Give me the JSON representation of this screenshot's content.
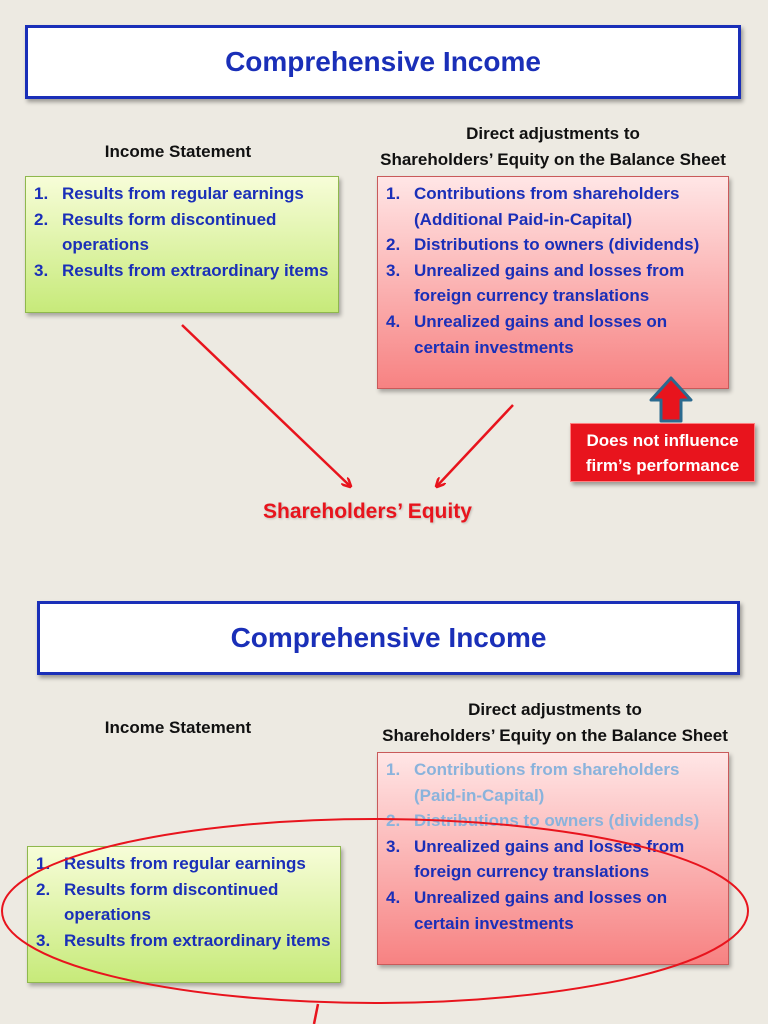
{
  "slides": [
    {
      "title": "Comprehensive Income",
      "income_heading": "Income Statement",
      "direct_heading_line1": "Direct adjustments to",
      "direct_heading_line2": "Shareholders’ Equity on the Balance Sheet",
      "income_items": [
        {
          "num": "1.",
          "text": "Results from regular earnings"
        },
        {
          "num": "2.",
          "text": "Results form discontinued operations"
        },
        {
          "num": "3.",
          "text": "Results from extraordinary items"
        }
      ],
      "direct_items": [
        {
          "num": "1.",
          "text": "Contributions from shareholders (Additional Paid-in-Capital)"
        },
        {
          "num": "2.",
          "text": "Distributions to owners (dividends)"
        },
        {
          "num": "3.",
          "text": "Unrealized gains and losses from foreign currency translations"
        },
        {
          "num": "4.",
          "text": "Unrealized gains and losses on certain investments"
        }
      ],
      "result_label": "Shareholders’ Equity",
      "note_line1": "Does not influence",
      "note_line2": "firm’s performance"
    },
    {
      "title": "Comprehensive Income",
      "income_heading": "Income Statement",
      "direct_heading_line1": "Direct adjustments to",
      "direct_heading_line2": "Shareholders’ Equity on the Balance Sheet",
      "income_items": [
        {
          "num": "1.",
          "text": "Results from regular earnings"
        },
        {
          "num": "2.",
          "text": "Results form discontinued operations"
        },
        {
          "num": "3.",
          "text": "Results from extraordinary items"
        }
      ],
      "direct_items": [
        {
          "num": "1.",
          "text": "Contributions from shareholders (Paid-in-Capital)",
          "faded": true
        },
        {
          "num": "2.",
          "text": "Distributions to owners (dividends)",
          "faded": true
        },
        {
          "num": "3.",
          "text": "Unrealized gains and losses from foreign currency translations",
          "faded": false
        },
        {
          "num": "4.",
          "text": "Unrealized gains and losses on certain investments",
          "faded": false
        }
      ]
    }
  ],
  "colors": {
    "title_blue": "#1a2fb8",
    "accent_red": "#e8141d",
    "faded_blue": "#8ab3dc",
    "background": "#edeae2"
  }
}
